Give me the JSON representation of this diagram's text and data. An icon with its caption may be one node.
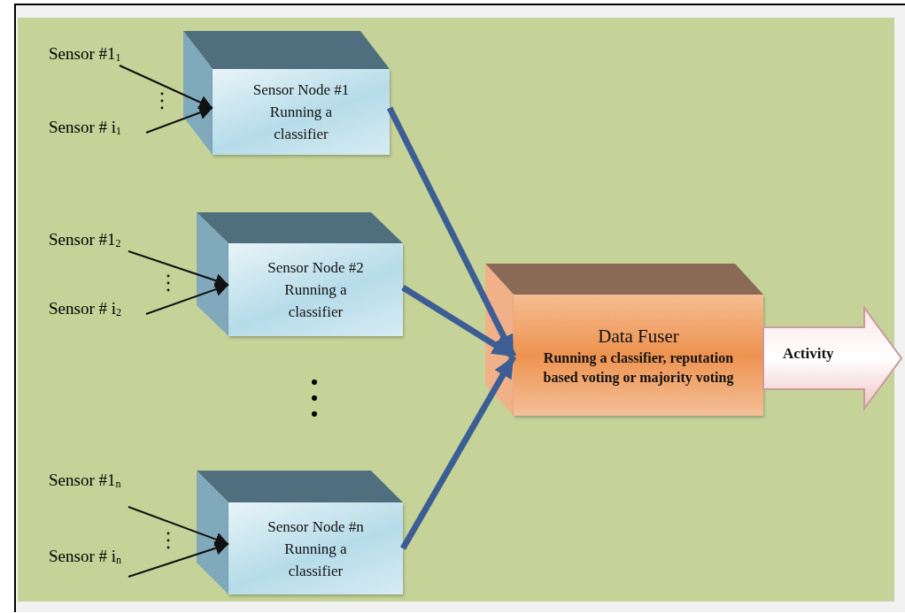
{
  "diagram": {
    "nodes": [
      {
        "text": [
          "Sensor #1$_{1}$"
        ]
      },
      {
        "text": [
          "Sensor # i$_{1}$"
        ]
      },
      {
        "text": [
          "Sensor Node #1 Running a classifier"
        ]
      },
      {
        "text": [
          "Sensor #1$_{2}$"
        ]
      },
      {
        "text": [
          "Sensor # i$_{2}$"
        ]
      },
      {
        "text": [
          "Sensor Node #2 Running a classifier"
        ]
      },
      {
        "text": [
          "Sensor #1$_{n}$"
        ]
      },
      {
        "text": [
          "Sensor # i$_{n}$"
        ]
      },
      {
        "text": [
          "Sensor Node #n Running a classifier"
        ]
      },
      {
        "text": [
          "Data Fuser",
          "Running a classifier, reputation based voting or majority voting"
        ]
      },
      {
        "text": [
          "Activity"
        ]
      }
    ],
    "edges": [
      {
        "from": 0,
        "to": 2,
        "arrow": "to"
      },
      {
        "from": 1,
        "to": 2,
        "arrow": "to"
      },
      {
        "from": 3,
        "to": 5,
        "arrow": "to"
      },
      {
        "from": 4,
        "to": 5,
        "arrow": "to"
      },
      {
        "from": 6,
        "to": 8,
        "arrow": "to"
      },
      {
        "from": 7,
        "to": 8,
        "arrow": "to"
      },
      {
        "from": 2,
        "to": 9,
        "arrow": "to",
        "style": "thick",
        "color": "#3d5e94"
      },
      {
        "from": 5,
        "to": 9,
        "arrow": "to",
        "style": "thick",
        "color": "#3d5e94"
      },
      {
        "from": 8,
        "to": 9,
        "arrow": "to",
        "style": "thick",
        "color": "#3d5e94"
      }
    ]
  }
}
